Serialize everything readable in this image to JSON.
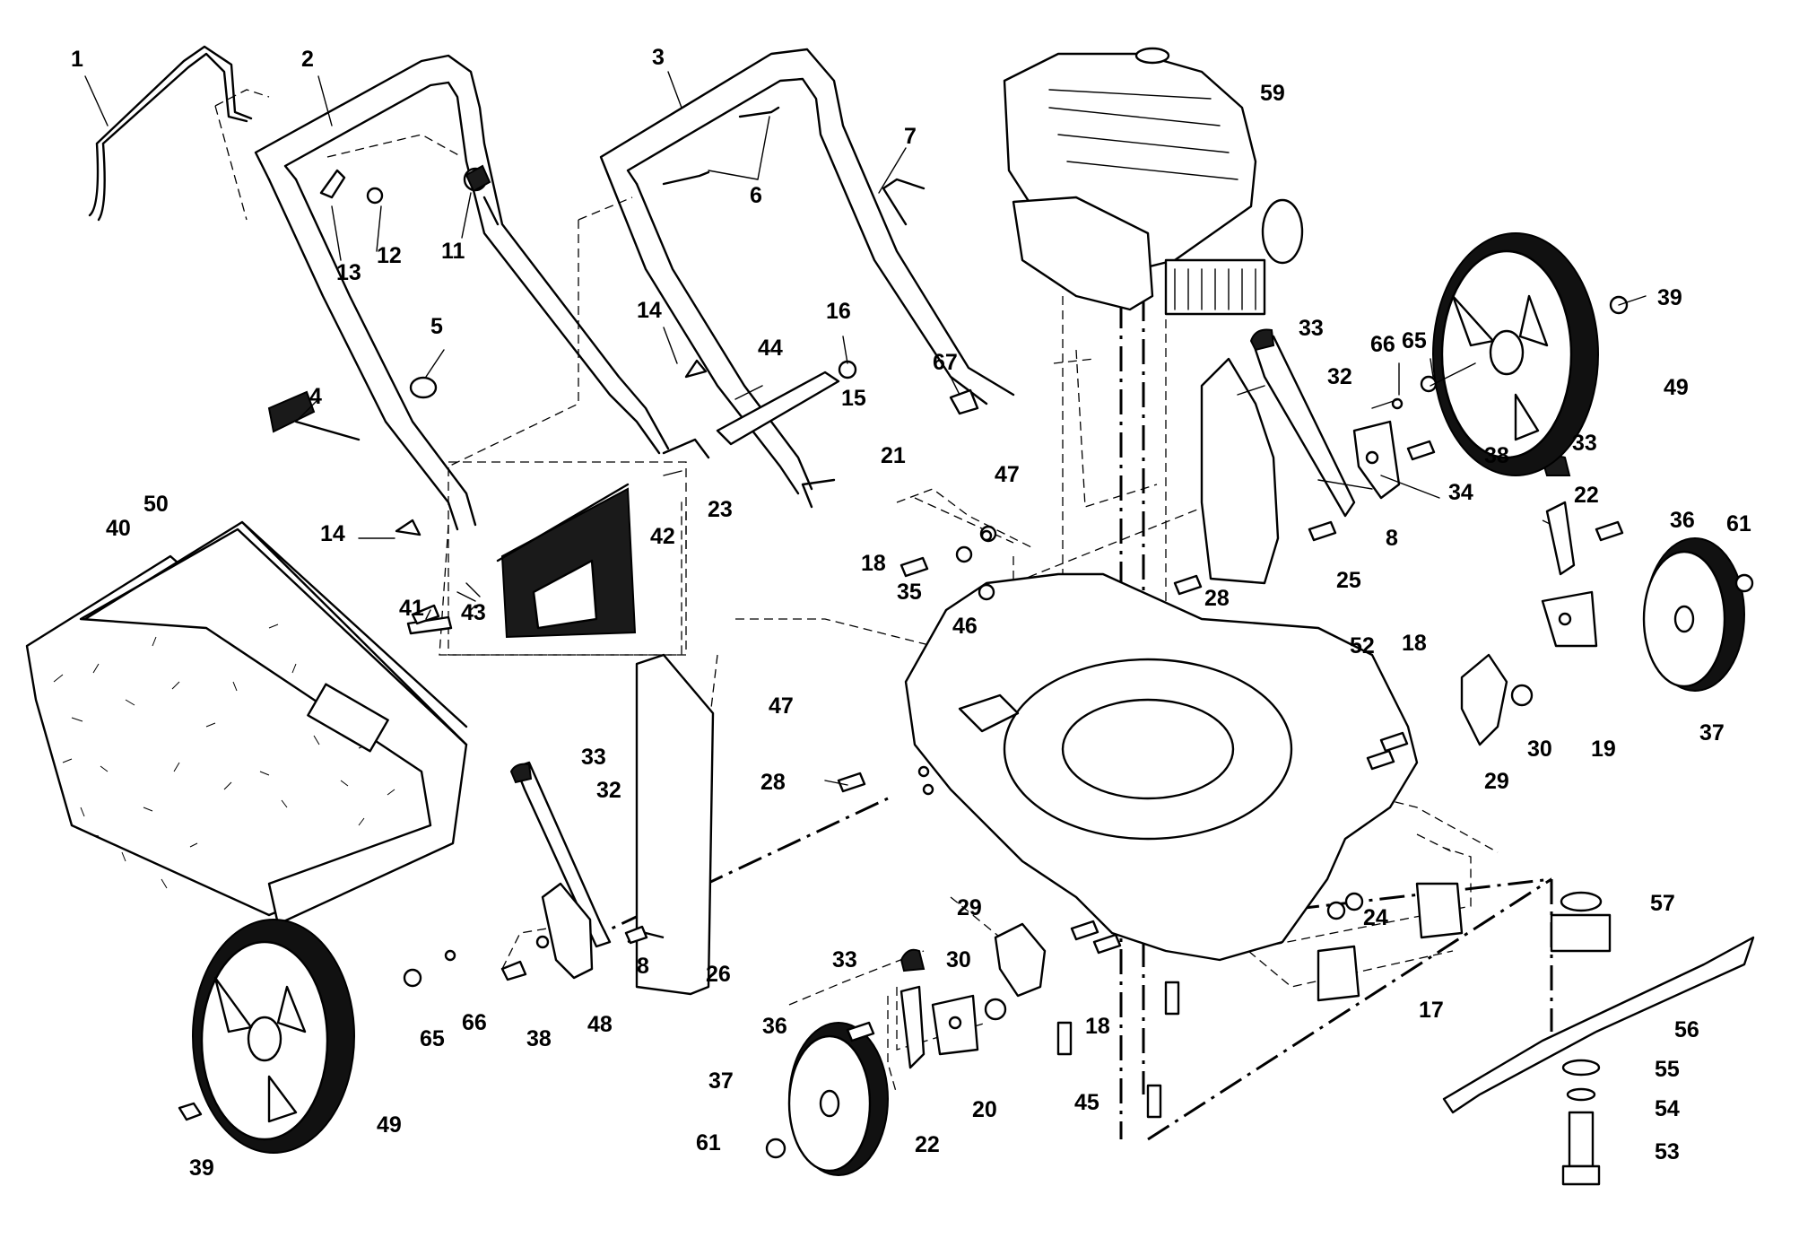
{
  "callouts": {
    "p1": "1",
    "p2": "2",
    "p3": "3",
    "p4": "4",
    "p5": "5",
    "p6": "6",
    "p7": "7",
    "p8a": "8",
    "p8b": "8",
    "p11": "11",
    "p12": "12",
    "p13": "13",
    "p14a": "14",
    "p14b": "14",
    "p15": "15",
    "p16": "16",
    "p17": "17",
    "p18a": "18",
    "p18b": "18",
    "p18c": "18",
    "p19": "19",
    "p20": "20",
    "p21": "21",
    "p22a": "22",
    "p22b": "22",
    "p23": "23",
    "p24": "24",
    "p25": "25",
    "p26": "26",
    "p28a": "28",
    "p28b": "28",
    "p29a": "29",
    "p29b": "29",
    "p30a": "30",
    "p30b": "30",
    "p32a": "32",
    "p32b": "32",
    "p33a": "33",
    "p33b": "33",
    "p33c": "33",
    "p33d": "33",
    "p34": "34",
    "p35": "35",
    "p36a": "36",
    "p36b": "36",
    "p37a": "37",
    "p37b": "37",
    "p38a": "38",
    "p38b": "38",
    "p39a": "39",
    "p39b": "39",
    "p40": "40",
    "p41": "41",
    "p42": "42",
    "p43": "43",
    "p44": "44",
    "p45": "45",
    "p46": "46",
    "p47a": "47",
    "p47b": "47",
    "p48": "48",
    "p49a": "49",
    "p49b": "49",
    "p50": "50",
    "p52": "52",
    "p53": "53",
    "p54": "54",
    "p55": "55",
    "p56": "56",
    "p57": "57",
    "p59": "59",
    "p61a": "61",
    "p61b": "61",
    "p65a": "65",
    "p65b": "65",
    "p66a": "66",
    "p66b": "66",
    "p67": "67"
  }
}
